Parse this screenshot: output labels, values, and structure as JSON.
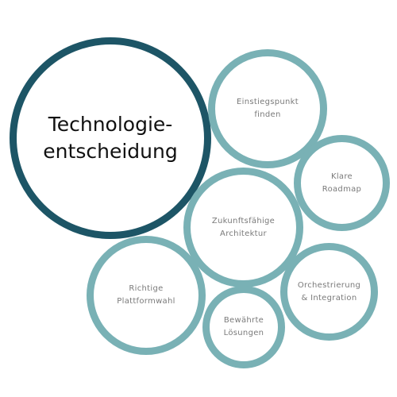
{
  "colors": {
    "main_ring": "#1d5566",
    "sub_ring": "#79b1b5",
    "main_text": "#111111",
    "sub_text": "#7a7a7a",
    "background": "#ffffff"
  },
  "main": {
    "lines": [
      "Technologie-",
      "entscheidung"
    ]
  },
  "bubbles": {
    "einstieg": {
      "lines": [
        "Einstiegspunkt",
        "finden"
      ]
    },
    "roadmap": {
      "lines": [
        "Klare",
        "Roadmap"
      ]
    },
    "zukunft": {
      "lines": [
        "Zukunftsfähige",
        "Architektur"
      ]
    },
    "richtige": {
      "lines": [
        "Richtige",
        "Plattformwahl"
      ]
    },
    "orchest": {
      "lines": [
        "Orchestrierung",
        "& Integration"
      ]
    },
    "bewaehrt": {
      "lines": [
        "Bewährte",
        "Lösungen"
      ]
    }
  }
}
